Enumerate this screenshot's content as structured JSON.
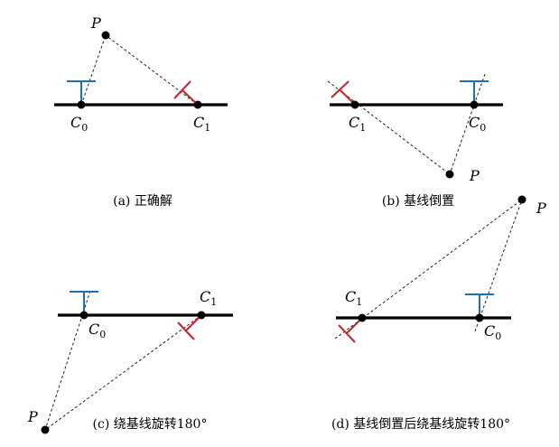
{
  "colors": {
    "camera0": "#1f6fb5",
    "camera1": "#c0262d",
    "baseline": "#000000",
    "ray": "#222222"
  },
  "labels": {
    "P": "P",
    "C": "C",
    "sub0": "0",
    "sub1": "1"
  },
  "panels": [
    {
      "id": "a",
      "caption": "(a) 正确解"
    },
    {
      "id": "b",
      "caption": "(b) 基线倒置"
    },
    {
      "id": "c",
      "caption": "(c) 绕基线旋转180°"
    },
    {
      "id": "d",
      "caption": "(d) 基线倒置后绕基线旋转180°"
    }
  ]
}
